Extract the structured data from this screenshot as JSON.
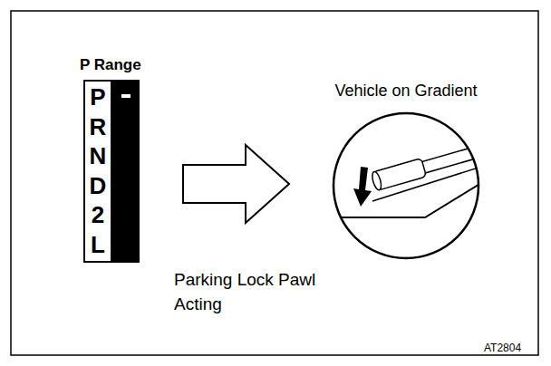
{
  "diagram": {
    "nodes": [
      {
        "text": [
          "P Range",
          "P",
          "R",
          "N",
          "D",
          "2",
          "L"
        ]
      },
      {
        "text": [
          "Vehicle on Gradient"
        ]
      }
    ],
    "edges": [
      {
        "from": 0,
        "to": 1,
        "arrow": "to"
      }
    ],
    "labels": [
      "Parking Lock Pawl Acting",
      "AT2804"
    ]
  }
}
